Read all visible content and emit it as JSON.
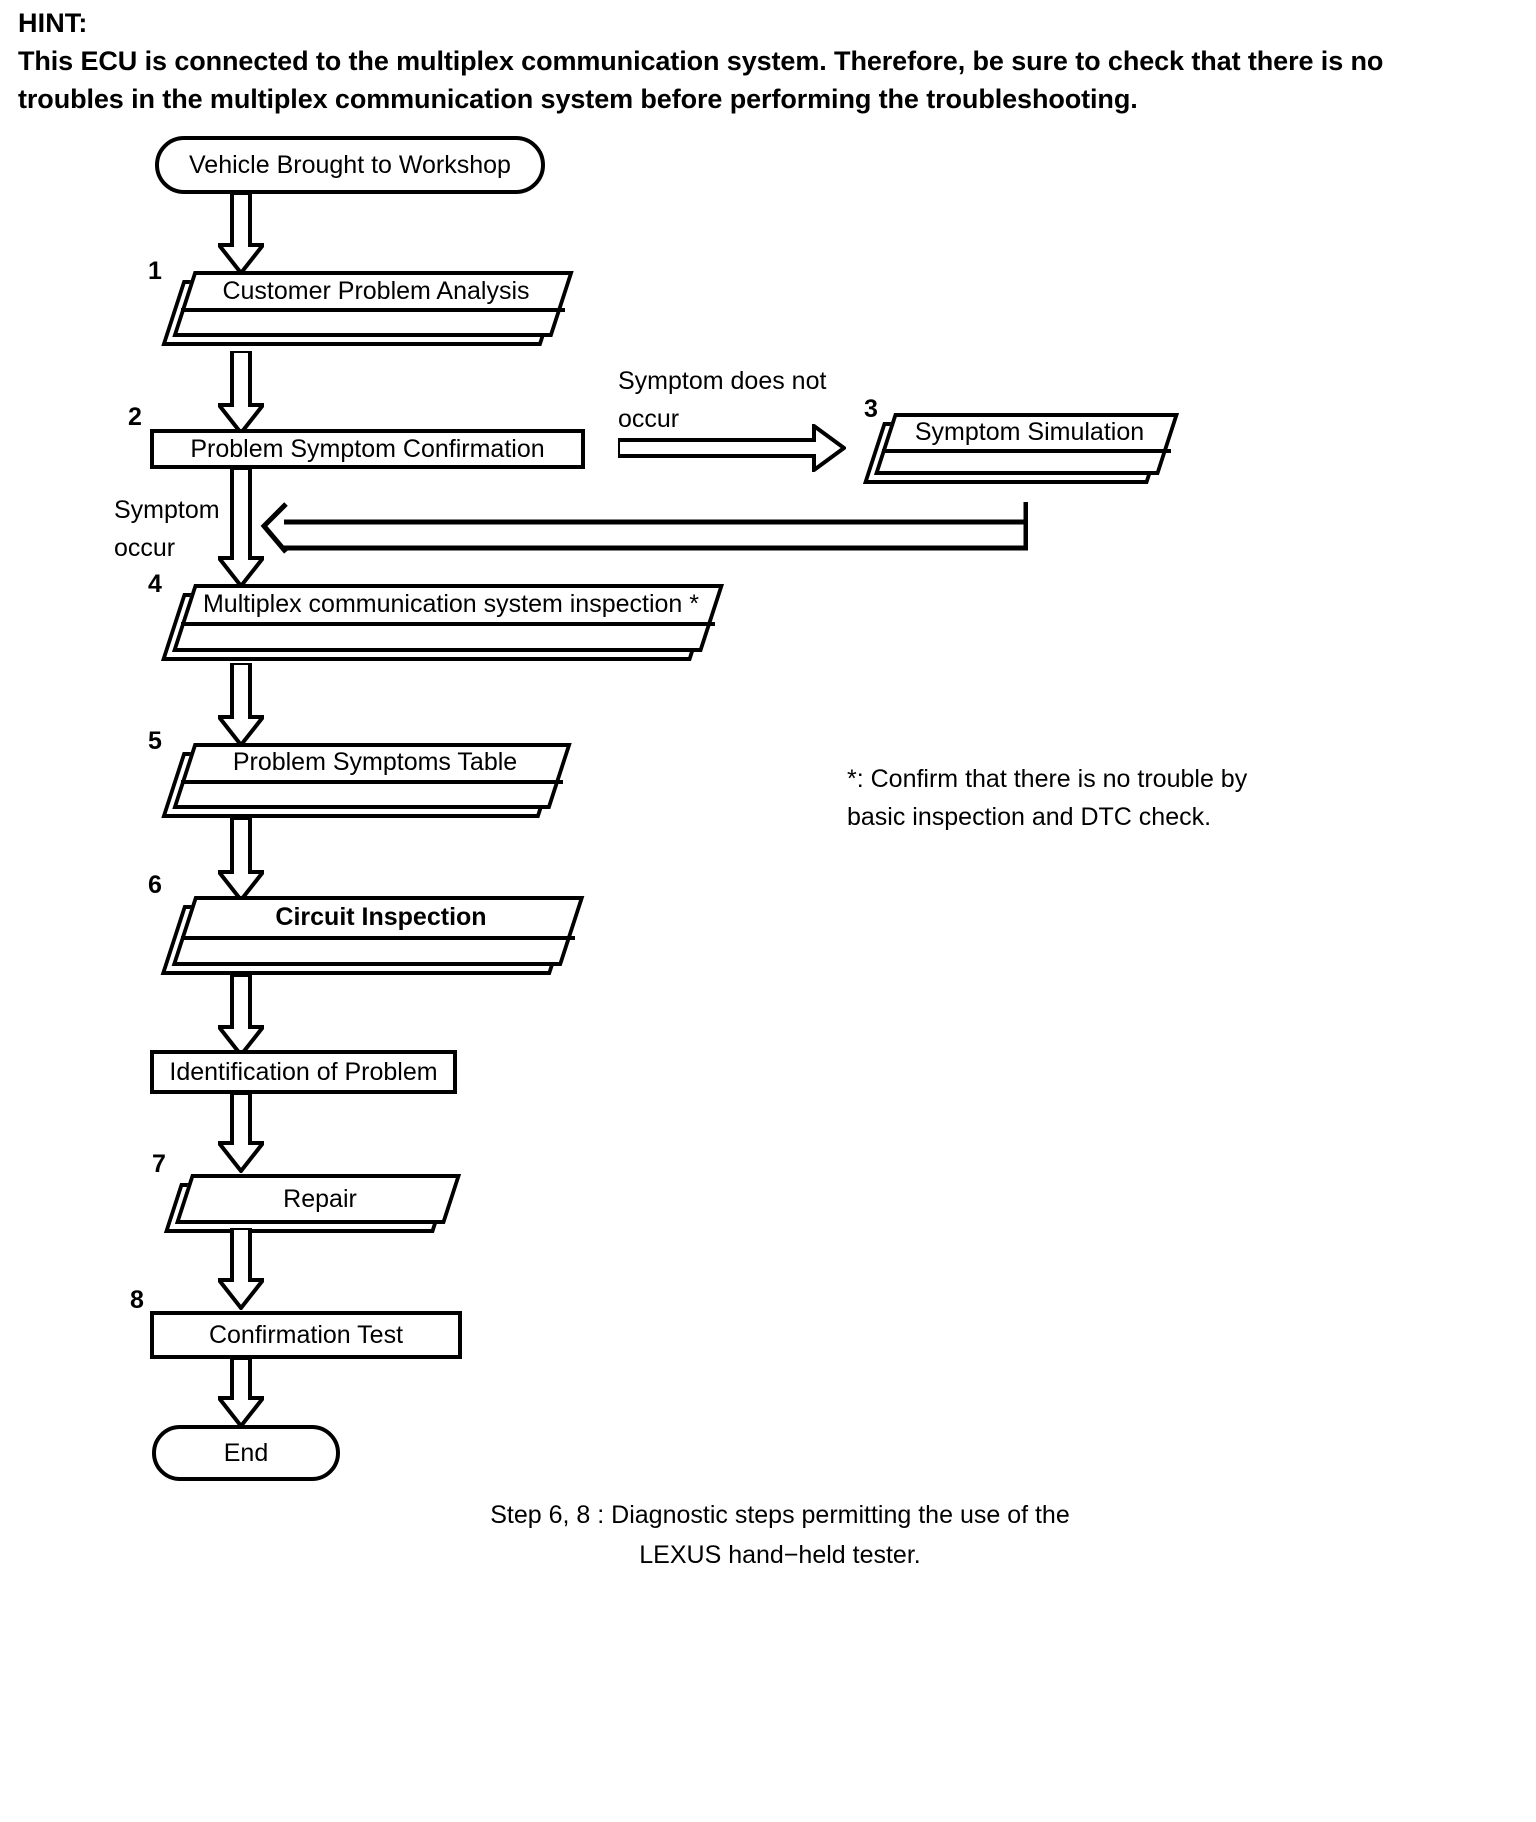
{
  "hint": {
    "title": "HINT:",
    "body": "This ECU is connected to the multiplex communication system. Therefore, be sure to check that there is no troubles in the multiplex communication system before performing the troubleshooting."
  },
  "flowchart": {
    "start_terminator": "Vehicle Brought to Workshop",
    "end_terminator": "End",
    "steps": [
      {
        "num": "1",
        "label": "Customer Problem Analysis",
        "shape": "parallelogram"
      },
      {
        "num": "2",
        "label": "Problem Symptom Confirmation",
        "shape": "rectangle"
      },
      {
        "num": "3",
        "label": "Symptom Simulation",
        "shape": "parallelogram"
      },
      {
        "num": "4",
        "label": "Multiplex communication system inspection *",
        "shape": "parallelogram"
      },
      {
        "num": "5",
        "label": "Problem Symptoms Table",
        "shape": "parallelogram"
      },
      {
        "num": "6",
        "label": "Circuit Inspection",
        "shape": "parallelogram",
        "bold": true
      },
      {
        "num": "",
        "label": "Identification of Problem",
        "shape": "rectangle"
      },
      {
        "num": "7",
        "label": "Repair",
        "shape": "parallelogram"
      },
      {
        "num": "8",
        "label": "Confirmation Test",
        "shape": "rectangle"
      }
    ],
    "branch_label_no_symptom": "Symptom does not\noccur",
    "branch_label_symptom_occur": "Symptom\noccur"
  },
  "notes": {
    "footnote": "*: Confirm that there is no trouble by\nbasic inspection and DTC check.",
    "caption_line1": "Step 6, 8 : Diagnostic steps permitting the use of the",
    "caption_line2": "LEXUS hand−held tester."
  },
  "colors": {
    "ink": "#000000",
    "paper": "#ffffff"
  }
}
